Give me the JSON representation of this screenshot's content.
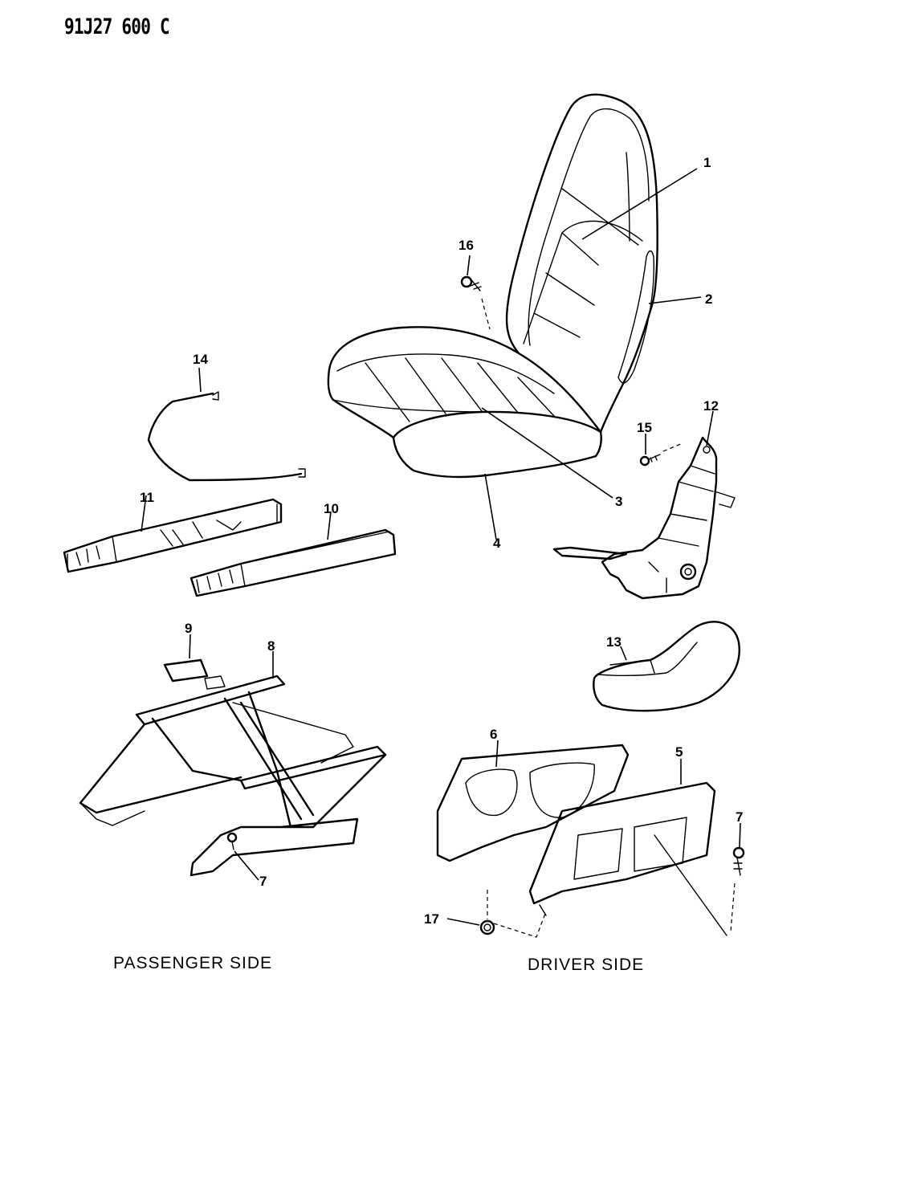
{
  "diagram_code": "91J27 600 C",
  "side_labels": {
    "passenger": "PASSENGER SIDE",
    "driver": "DRIVER SIDE"
  },
  "callouts": [
    "1",
    "2",
    "3",
    "4",
    "5",
    "6",
    "7",
    "7",
    "8",
    "9",
    "10",
    "11",
    "12",
    "13",
    "14",
    "15",
    "16",
    "17"
  ]
}
